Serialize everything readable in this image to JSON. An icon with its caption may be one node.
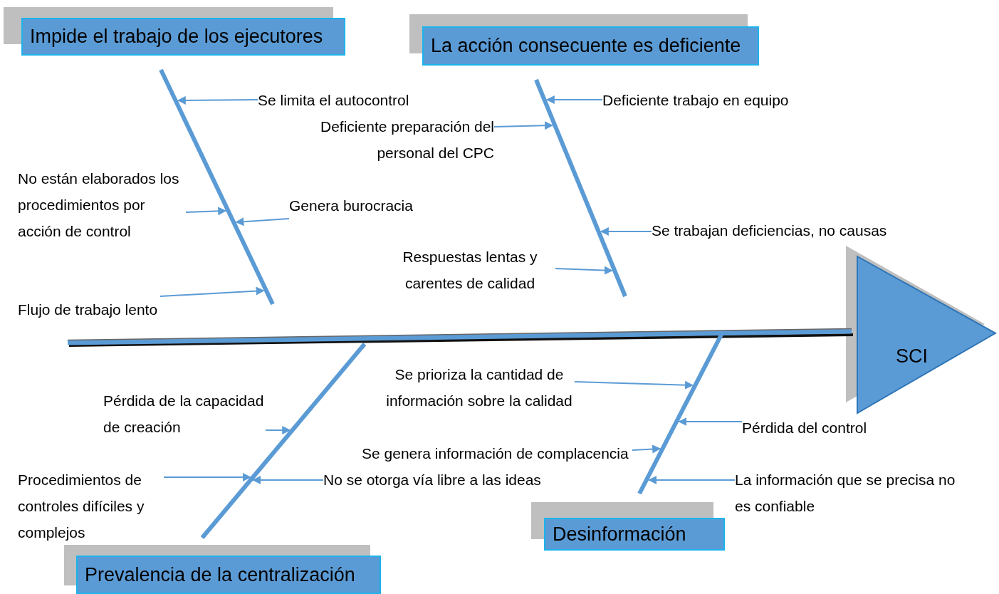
{
  "diagram": {
    "nodes": [
      {
        "text": [
          "Impide el trabajo de los ejecutores"
        ]
      },
      {
        "text": [
          "La acción consecuente es deficiente"
        ]
      },
      {
        "text": [
          "Se limita el autocontrol"
        ]
      },
      {
        "text": [
          "Deficiente trabajo en equipo"
        ]
      },
      {
        "text": [
          "Deficiente preparación del personal del CPC"
        ]
      },
      {
        "text": [
          "No están elaborados los procedimientos por acción de control"
        ]
      },
      {
        "text": [
          "Genera burocracia"
        ]
      },
      {
        "text": [
          "Se trabajan deficiencias, no causas"
        ]
      },
      {
        "text": [
          "Respuestas lentas y carentes de calidad"
        ]
      },
      {
        "text": [
          "Flujo de trabajo lento"
        ]
      },
      {
        "text": [
          "SCI"
        ]
      },
      {
        "text": [
          "Se prioriza la cantidad de información sobre la calidad"
        ]
      },
      {
        "text": [
          "Pérdida de la capacidad de creación"
        ]
      },
      {
        "text": [
          "Pérdida del control"
        ]
      },
      {
        "text": [
          "Se genera información de complacencia"
        ]
      },
      {
        "text": [
          "Procedimientos de controles difíciles y complejos"
        ]
      },
      {
        "text": [
          "No se otorga vía libre a las ideas"
        ]
      },
      {
        "text": [
          "La información que se precisa no es confiable"
        ]
      },
      {
        "text": [
          "Desinformación"
        ]
      },
      {
        "text": [
          "Prevalencia de la centralización"
        ]
      },
      {
        "text": [],
        "shape": "bar"
      },
      {
        "text": [],
        "shape": "bar"
      },
      {
        "text": [],
        "shape": "bar"
      },
      {
        "text": [],
        "shape": "bar"
      }
    ],
    "edges": [
      {
        "from": 2,
        "to": 20,
        "arrow": "to"
      },
      {
        "from": 3,
        "to": 21,
        "arrow": "to"
      },
      {
        "from": 4,
        "to": 21,
        "arrow": "to"
      },
      {
        "from": 5,
        "to": 20,
        "arrow": "to"
      },
      {
        "from": 6,
        "to": 20,
        "arrow": "to"
      },
      {
        "from": 7,
        "to": 21,
        "arrow": "to"
      },
      {
        "from": 8,
        "to": 21,
        "arrow": "to"
      },
      {
        "from": 9,
        "to": 20,
        "arrow": "to"
      },
      {
        "from": 11,
        "to": 23,
        "arrow": "to"
      },
      {
        "from": 12,
        "to": 22,
        "arrow": "to"
      },
      {
        "from": 13,
        "to": 23,
        "arrow": "to"
      },
      {
        "from": 14,
        "to": 23,
        "arrow": "to"
      },
      {
        "from": 15,
        "to": 22,
        "arrow": "to"
      },
      {
        "from": 16,
        "to": 22,
        "arrow": "to"
      },
      {
        "from": 17,
        "to": 23,
        "arrow": "to"
      }
    ]
  }
}
